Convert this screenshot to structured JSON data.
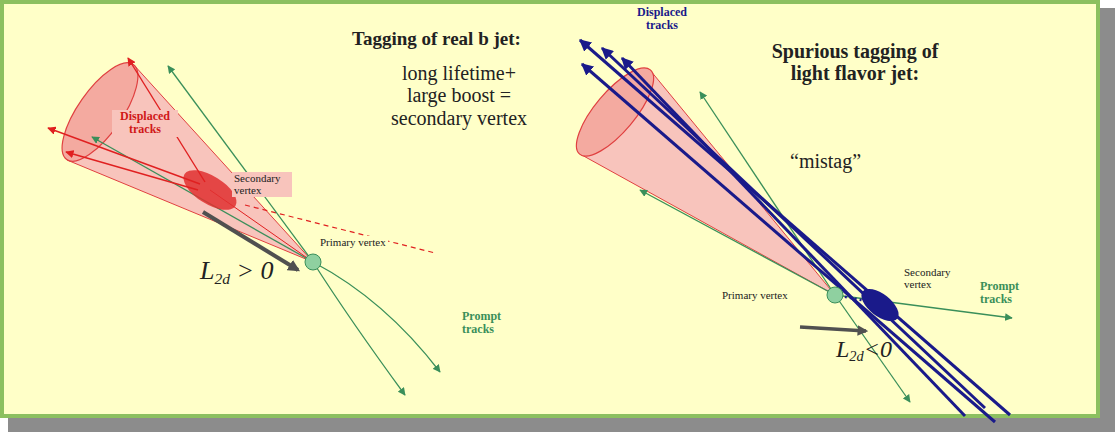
{
  "diagram": {
    "labels": [
      "Tagging of real b jet:",
      "long lifetime+ large boost = secondary vertex",
      "Displaced tracks",
      "Secondary vertex",
      "L2d > 0",
      "Primary vertex",
      "Prompt tracks",
      "Displaced tracks",
      "Spurious tagging of light flavor jet:",
      "“mistag”",
      "Primary vertex",
      "Secondary vertex",
      "Prompt tracks",
      "L2d<0"
    ]
  }
}
